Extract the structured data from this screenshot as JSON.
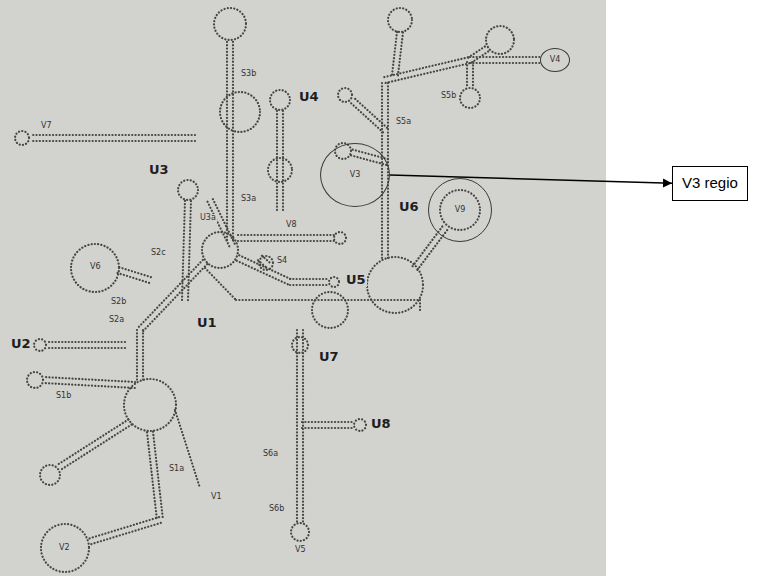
{
  "diagram": {
    "nodes": [
      {
        "text": [
          "V4"
        ]
      },
      {
        "text": [
          "V3"
        ]
      },
      {
        "text": [
          "V3 regio"
        ]
      },
      {
        "text": [
          "V9"
        ]
      }
    ],
    "edges": [
      {
        "from": 1,
        "to": 2,
        "arrow": "to"
      }
    ],
    "labels": [
      "S3b",
      "U4",
      "S5b",
      "V7",
      "S5a",
      "S3a",
      "U3",
      "U6",
      "U3a",
      "V8",
      "S4",
      "V6",
      "S2c",
      "U5",
      "S2b",
      "S2a",
      "U1",
      "U2",
      "U7",
      "S1b",
      "U8",
      "S6a",
      "S1a",
      "V1",
      "S6b",
      "V2",
      "V5"
    ]
  }
}
